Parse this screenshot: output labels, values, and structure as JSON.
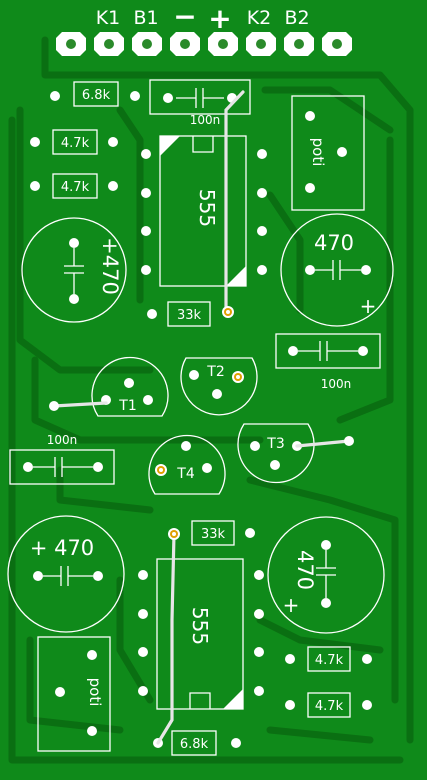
{
  "board": {
    "background": "#0f8a1a",
    "header_pins": [
      "K1",
      "B1",
      "−",
      "+",
      "K2",
      "B2"
    ],
    "labels": {
      "r_6k8_top": "6.8k",
      "r_4k7_a": "4.7k",
      "r_4k7_b": "4.7k",
      "c_100n_top": "100n",
      "poti_top": "poti",
      "ic_top": "555",
      "cap_470_left_top": "+470",
      "cap_470_right_top": "470",
      "plus_right_top": "+",
      "r_33k_top": "33k",
      "c_100n_right": "100n",
      "t2": "T2",
      "t1": "T1",
      "t3": "T3",
      "t4": "T4",
      "c_100n_left": "100n",
      "r_33k_bottom": "33k",
      "cap_470_left_bottom": "+ 470",
      "ic_bottom": "555",
      "cap_470_right_bottom": "470",
      "plus_right_bottom": "+",
      "r_4k7_c": "4.7k",
      "r_4k7_d": "4.7k",
      "poti_bottom": "poti",
      "r_6k8_bottom": "6.8k"
    }
  }
}
